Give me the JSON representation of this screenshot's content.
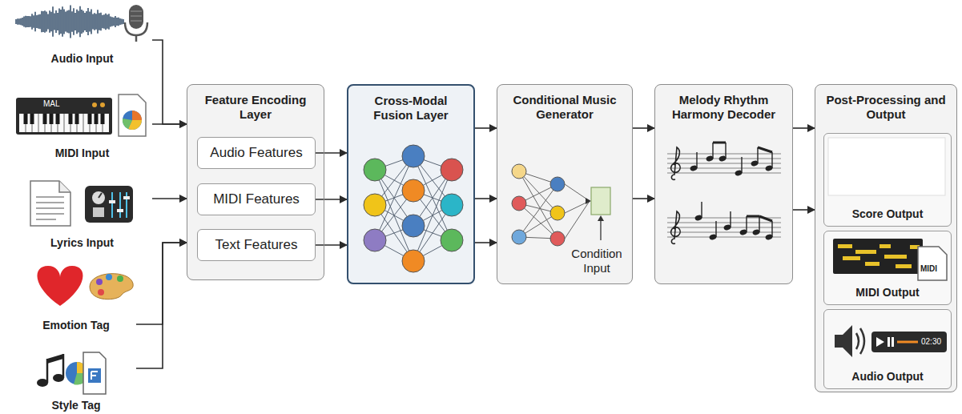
{
  "diagram": {
    "nodes": [
      {
        "text": [
          "Audio Input"
        ]
      },
      {
        "text": [
          "MIDI Input"
        ]
      },
      {
        "text": [
          "Lyrics Input"
        ]
      },
      {
        "text": [
          "Emotion Tag"
        ]
      },
      {
        "text": [
          "Style Tag"
        ]
      },
      {
        "text": [
          "Feature Encoding Layer"
        ]
      },
      {
        "text": [
          "Audio Features"
        ],
        "in": 5
      },
      {
        "text": [
          "MIDI Features"
        ],
        "in": 5
      },
      {
        "text": [
          "Text Features"
        ],
        "in": 5
      },
      {
        "text": [
          "Cross-Modal Fusion Layer"
        ]
      },
      {
        "text": [
          "Conditional Music Generator",
          "Condition Input"
        ]
      },
      {
        "text": [
          "Melody Rhythm Harmony Decoder"
        ]
      },
      {
        "text": [
          "Post-Processing and Output"
        ]
      },
      {
        "text": [
          "Score Output"
        ],
        "in": 12
      },
      {
        "text": [
          "MIDI Output"
        ],
        "in": 12
      },
      {
        "text": [
          "Audio Output"
        ],
        "in": 12
      }
    ],
    "edges": [
      {
        "from": 0,
        "to": 5,
        "arrow": "to"
      },
      {
        "from": 1,
        "to": 5,
        "arrow": "to"
      },
      {
        "from": 2,
        "to": 5,
        "arrow": "to"
      },
      {
        "from": 3,
        "to": 5,
        "arrow": "to"
      },
      {
        "from": 4,
        "to": 5,
        "arrow": "to"
      },
      {
        "from": 6,
        "to": 9,
        "arrow": "to"
      },
      {
        "from": 7,
        "to": 9,
        "arrow": "to"
      },
      {
        "from": 8,
        "to": 9,
        "arrow": "to"
      },
      {
        "from": 9,
        "to": 10,
        "arrow": "to"
      },
      {
        "from": 9,
        "to": 10,
        "arrow": "to"
      },
      {
        "from": 9,
        "to": 10,
        "arrow": "to"
      },
      {
        "from": 10,
        "to": 11,
        "arrow": "to"
      },
      {
        "from": 10,
        "to": 11,
        "arrow": "to"
      },
      {
        "from": 11,
        "to": 12,
        "arrow": "to"
      },
      {
        "from": 11,
        "to": 12,
        "arrow": "to"
      }
    ],
    "labels": [
      "MAL",
      "MIDI",
      "02:30"
    ]
  }
}
